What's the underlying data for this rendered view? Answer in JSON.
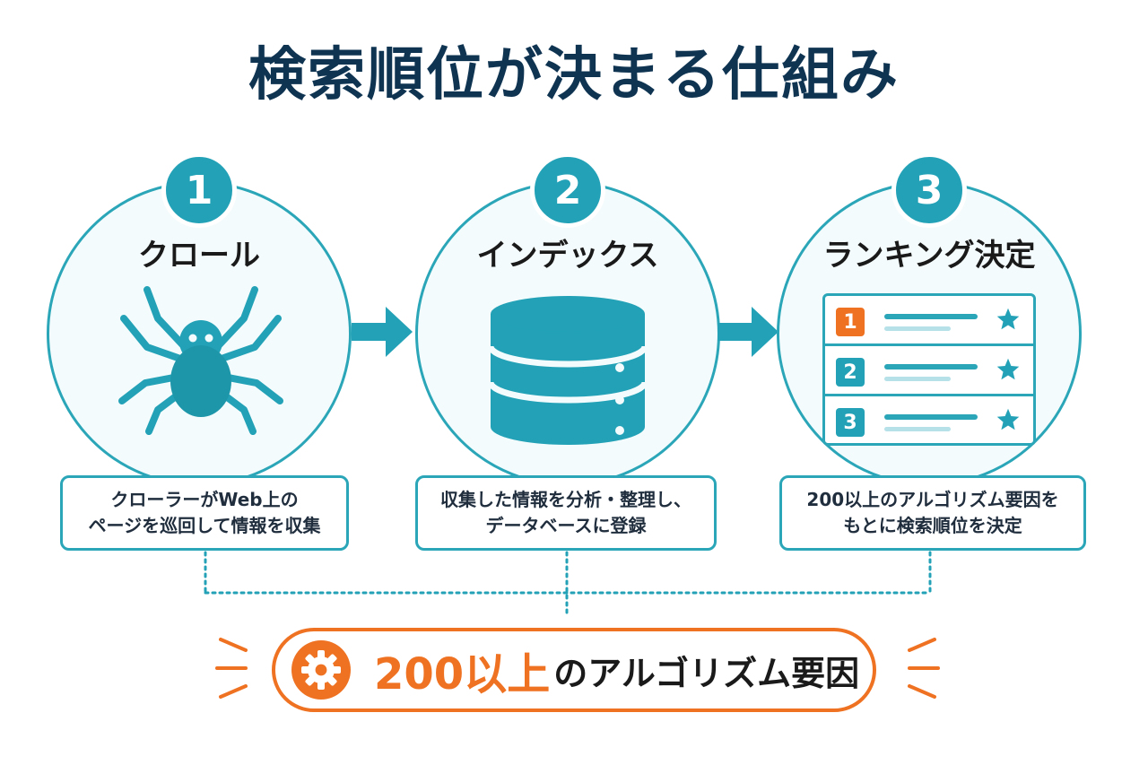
{
  "title": "検索順位が決まる仕組み",
  "steps": [
    {
      "number": "1",
      "label": "クロール",
      "icon": "spider-icon",
      "desc": [
        "クローラーがWeb上の",
        "ページを巡回して情報を収集"
      ]
    },
    {
      "number": "2",
      "label": "インデックス",
      "icon": "database-icon",
      "desc": [
        "収集した情報を分析・整理し、",
        "データベースに登録"
      ]
    },
    {
      "number": "3",
      "label": "ランキング決定",
      "icon": "ranking-list-icon",
      "desc": [
        "200以上のアルゴリズム要因を",
        "もとに検索順位を決定"
      ],
      "ranks": [
        "1",
        "2",
        "3"
      ]
    }
  ],
  "factor": {
    "highlight": "200以上",
    "rest": "のアルゴリズム要因",
    "icon": "gear-icon"
  },
  "colors": {
    "teal": "#23a2b7",
    "navy": "#0f3452",
    "orange": "#ef7222"
  }
}
